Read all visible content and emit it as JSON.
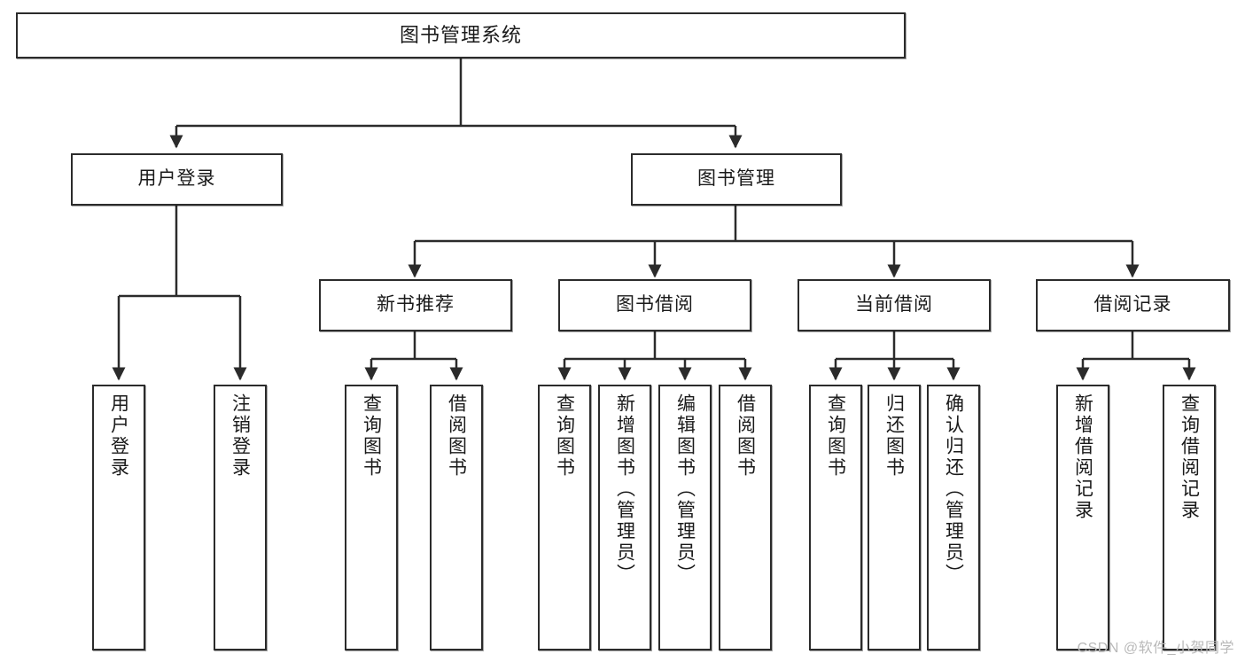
{
  "diagram": {
    "title": "图书管理系统",
    "type": "tree-hierarchy-diagram",
    "background_color": "#ffffff",
    "line_color": "#2b2b2b",
    "box_border_color": "#2b2b2b",
    "box_fill_color": "#ffffff",
    "text_color": "#1a1a1a"
  },
  "root": {
    "label": "图书管理系统"
  },
  "level1": [
    {
      "label": "用户登录"
    },
    {
      "label": "图书管理"
    }
  ],
  "level2": [
    {
      "label": "新书推荐"
    },
    {
      "label": "图书借阅"
    },
    {
      "label": "当前借阅"
    },
    {
      "label": "借阅记录"
    }
  ],
  "leaves": {
    "user_login": [
      {
        "label": "用户登录"
      },
      {
        "label": "注销登录"
      }
    ],
    "new_book_recommend": [
      {
        "label": "查询图书"
      },
      {
        "label": "借阅图书"
      }
    ],
    "book_borrow": [
      {
        "label": "查询图书"
      },
      {
        "label": "新增图书（管理员）"
      },
      {
        "label": "编辑图书（管理员）"
      },
      {
        "label": "借阅图书"
      }
    ],
    "current_borrow": [
      {
        "label": "查询图书"
      },
      {
        "label": "归还图书"
      },
      {
        "label": "确认归还（管理员）"
      }
    ],
    "borrow_record": [
      {
        "label": "新增借阅记录"
      },
      {
        "label": "查询借阅记录"
      }
    ]
  },
  "watermark": {
    "text": "CSDN @软件_小贺同学",
    "color": "#b9b9b9"
  }
}
